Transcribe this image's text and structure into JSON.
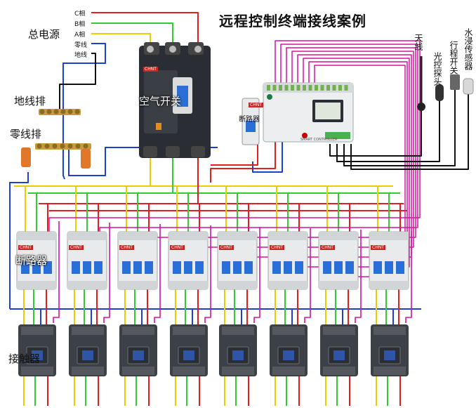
{
  "title": "远程控制终端接线案例",
  "labels": {
    "main_power": "总电源",
    "phase_c": "C相",
    "phase_b": "B相",
    "phase_a": "A相",
    "neutral": "零线",
    "earth": "地线",
    "earth_bar": "地线排",
    "neutral_bar": "零线排",
    "air_switch": "空气开关",
    "breaker_small": "断路器",
    "breakers": "断路器",
    "contactors": "接触器",
    "antenna": "天线",
    "light_probe": "光控探头",
    "travel_switch": "行程开关",
    "water_sensor": "水浸传感器",
    "brand": "CHNT",
    "controller_model": "SMART CONTROLLER"
  },
  "colors": {
    "phase_c": "#e02020",
    "phase_b": "#33cc33",
    "phase_a": "#e8d000",
    "neutral": "#1f3fd0",
    "earth": "#111111",
    "control": "#d4149c",
    "device_dark": "#2a2d33",
    "device_light": "#e8eaec",
    "toggle_blue": "#2a6fd6"
  }
}
